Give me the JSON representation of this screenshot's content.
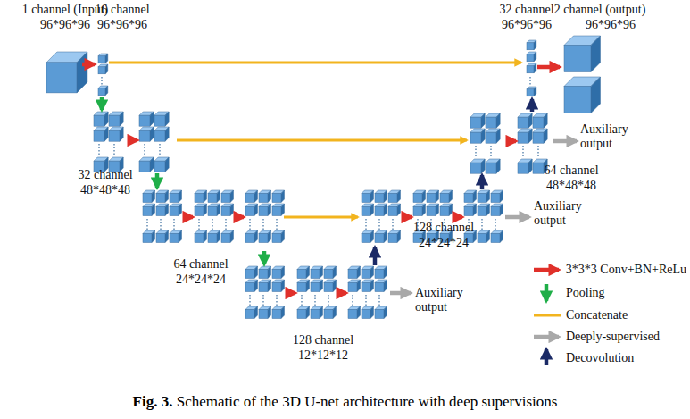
{
  "diagram": {
    "caption": "Fig. 3. Schematic of the 3D U-net architecture with deep supervisions",
    "labels": [
      "1 channel (Input)",
      "96*96*96",
      "16 channel",
      "96*96*96",
      "32 channel",
      "96*96*96",
      "2 channel (output)",
      "96*96*96",
      "32 channel",
      "48*48*48",
      "Auxiliary output",
      "64 channel",
      "48*48*48",
      "Auxiliary output",
      "64 channel",
      "24*24*24",
      "128 channel",
      "24*24*24",
      "Auxiliary output",
      "128 channel",
      "12*12*12"
    ],
    "legend": [
      {
        "text": "3*3*3 Conv+BN+ReLu"
      },
      {
        "text": "Pooling"
      },
      {
        "text": "Concatenate"
      },
      {
        "text": "Deeply-supervised"
      },
      {
        "text": "Decovolution"
      }
    ]
  }
}
